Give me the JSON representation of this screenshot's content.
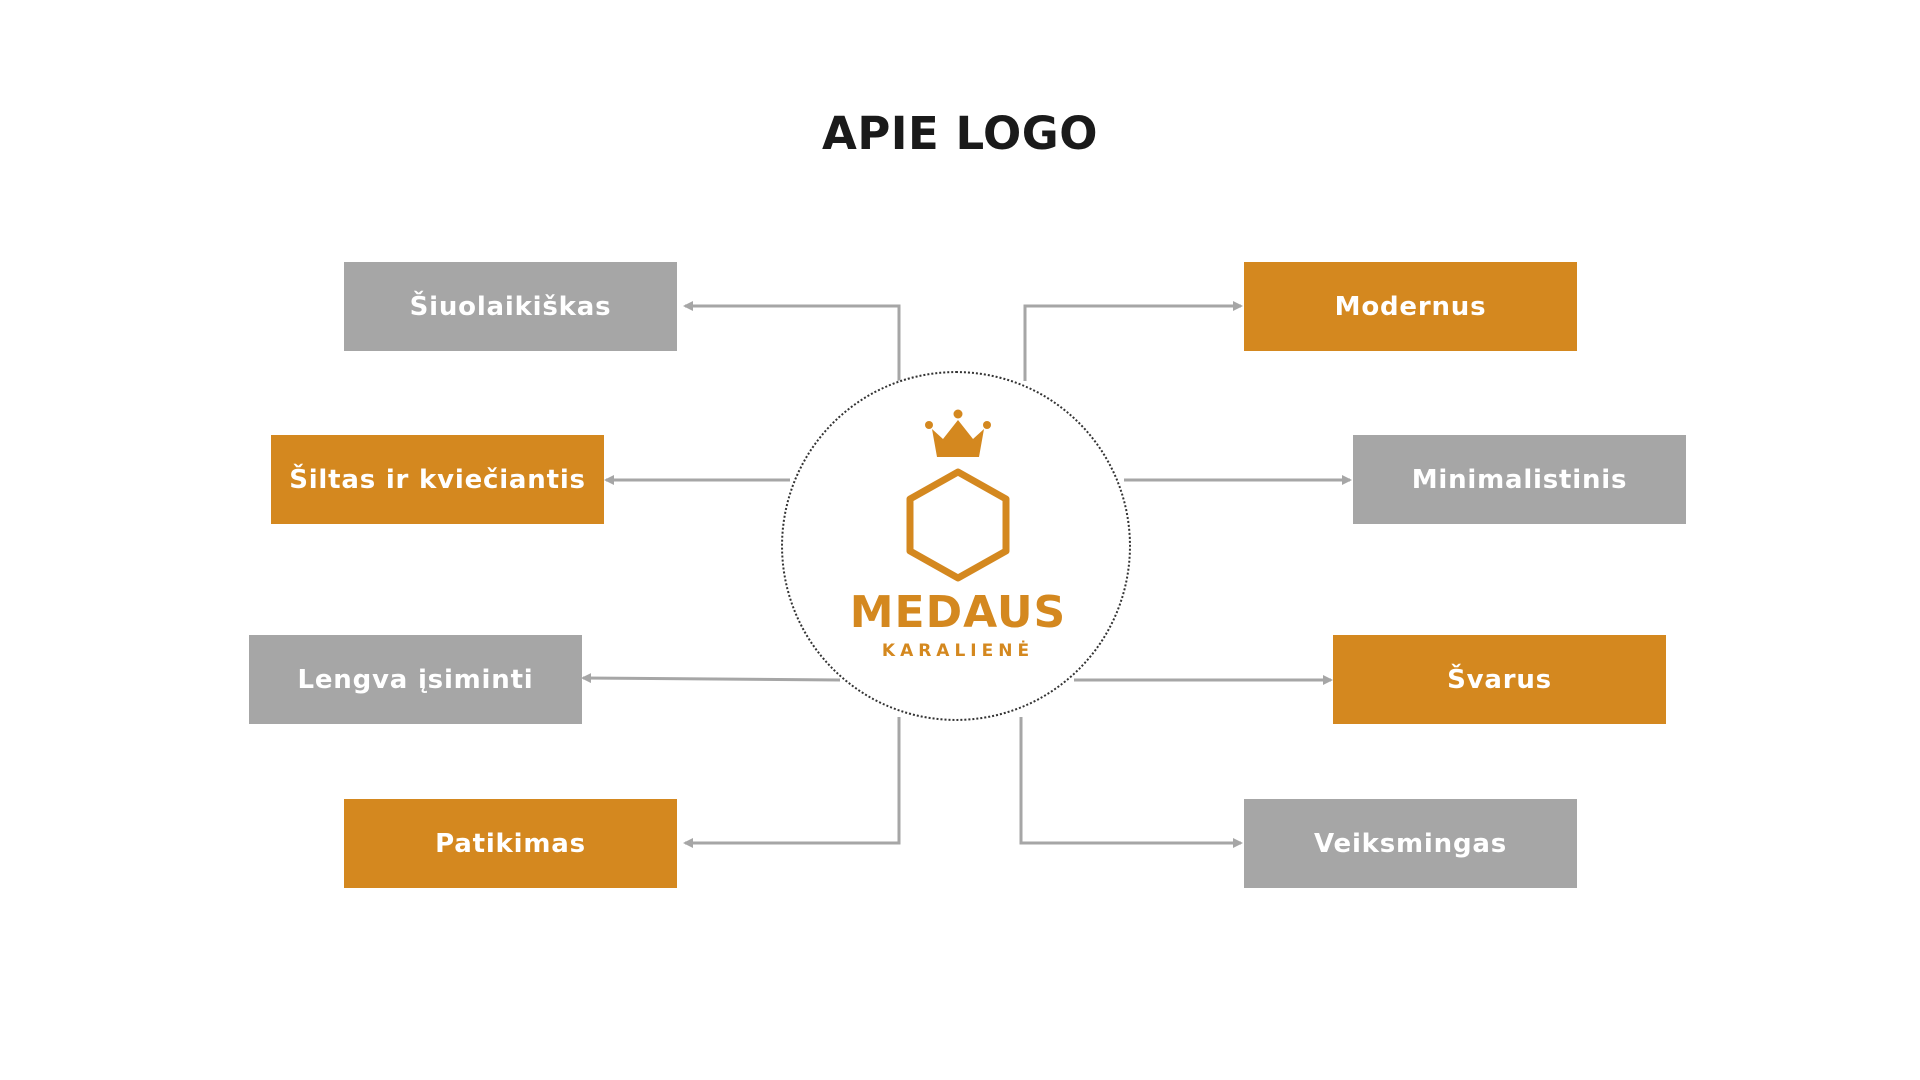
{
  "title": "APIE LOGO",
  "logo": {
    "name": "MEDAUS",
    "subtitle": "KARALIENĖ",
    "icon": "crown-hexagon-logo-icon"
  },
  "colors": {
    "orange": "#d4881f",
    "gray": "#a6a6a6",
    "connector": "#a6a6a6",
    "title": "#1a1a1a"
  },
  "nodes": [
    {
      "label": "Šiuolaikiškas",
      "color": "gray"
    },
    {
      "label": "Šiltas ir kviečiantis",
      "color": "orange"
    },
    {
      "label": "Lengva įsiminti",
      "color": "gray"
    },
    {
      "label": "Patikimas",
      "color": "orange"
    },
    {
      "label": "Modernus",
      "color": "orange"
    },
    {
      "label": "Minimalistinis",
      "color": "gray"
    },
    {
      "label": "Švarus",
      "color": "orange"
    },
    {
      "label": "Veiksmingas",
      "color": "gray"
    }
  ]
}
